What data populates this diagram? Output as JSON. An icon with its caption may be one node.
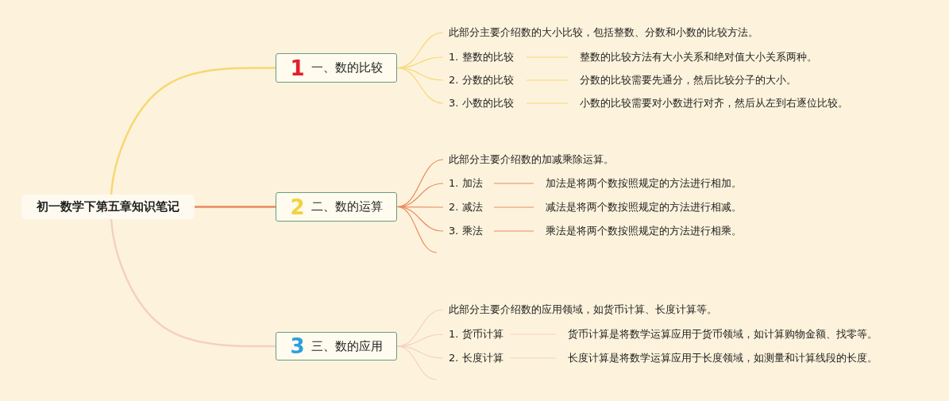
{
  "diagram": {
    "nodes": [
      {
        "text": [
          "初一数学下第五章知识笔记"
        ]
      },
      {
        "text": [
          "1",
          "一、数的比较"
        ]
      },
      {
        "text": [
          "此部分主要介绍数的大小比较，包括整数、分数和小数的比较方法。"
        ]
      },
      {
        "text": [
          "1. 整数的比较"
        ]
      },
      {
        "text": [
          "整数的比较方法有大小关系和绝对值大小关系两种。"
        ]
      },
      {
        "text": [
          "2. 分数的比较"
        ]
      },
      {
        "text": [
          "分数的比较需要先通分，然后比较分子的大小。"
        ]
      },
      {
        "text": [
          "3. 小数的比较"
        ]
      },
      {
        "text": [
          "小数的比较需要对小数进行对齐，然后从左到右逐位比较。"
        ]
      },
      {
        "text": [
          "2",
          "二、数的运算"
        ]
      },
      {
        "text": [
          "此部分主要介绍数的加减乘除运算。"
        ]
      },
      {
        "text": [
          "1. 加法"
        ]
      },
      {
        "text": [
          "加法是将两个数按照规定的方法进行相加。"
        ]
      },
      {
        "text": [
          "2. 减法"
        ]
      },
      {
        "text": [
          "减法是将两个数按照规定的方法进行相减。"
        ]
      },
      {
        "text": [
          "3. 乘法"
        ]
      },
      {
        "text": [
          "乘法是将两个数按照规定的方法进行相乘。"
        ]
      },
      {
        "text": [
          "3",
          "三、数的应用"
        ]
      },
      {
        "text": [
          "此部分主要介绍数的应用领域，如货币计算、长度计算等。"
        ]
      },
      {
        "text": [
          "1. 货币计算"
        ]
      },
      {
        "text": [
          "货币计算是将数学运算应用于货币领域，如计算购物金额、找零等。"
        ]
      },
      {
        "text": [
          "2. 长度计算"
        ]
      },
      {
        "text": [
          "长度计算是将数学运算应用于长度领域，如测量和计算线段的长度。"
        ]
      }
    ],
    "edges": [
      {
        "from": 0,
        "to": 1,
        "arrow": "none",
        "color": "#f7d774"
      },
      {
        "from": 0,
        "to": 9,
        "arrow": "none"
      },
      {
        "from": 0,
        "to": 17,
        "arrow": "none",
        "color": "#f5cfc6"
      },
      {
        "from": 1,
        "to": 2,
        "arrow": "none",
        "color": "#f7d774"
      },
      {
        "from": 1,
        "to": 3,
        "arrow": "none",
        "color": "#f7d774"
      },
      {
        "from": 1,
        "to": 5,
        "arrow": "none",
        "color": "#f7d774"
      },
      {
        "from": 1,
        "to": 7,
        "arrow": "none",
        "color": "#f7d774"
      },
      {
        "from": 3,
        "to": 4,
        "arrow": "none",
        "color": "#f7d774"
      },
      {
        "from": 5,
        "to": 6,
        "arrow": "none",
        "color": "#f7d774"
      },
      {
        "from": 7,
        "to": 8,
        "arrow": "none",
        "color": "#f7d774"
      },
      {
        "from": 9,
        "to": 10,
        "arrow": "none"
      },
      {
        "from": 9,
        "to": 11,
        "arrow": "none"
      },
      {
        "from": 9,
        "to": 13,
        "arrow": "none"
      },
      {
        "from": 9,
        "to": 15,
        "arrow": "none"
      },
      {
        "from": 9,
        "to": null,
        "arrow": "none"
      },
      {
        "from": 11,
        "to": 12,
        "arrow": "none"
      },
      {
        "from": 13,
        "to": 14,
        "arrow": "none"
      },
      {
        "from": 15,
        "to": 16,
        "arrow": "none"
      },
      {
        "from": 17,
        "to": 18,
        "arrow": "none",
        "color": "#f5cfc6"
      },
      {
        "from": 17,
        "to": 19,
        "arrow": "none",
        "color": "#f5cfc6"
      },
      {
        "from": 17,
        "to": 21,
        "arrow": "none",
        "color": "#f5cfc6"
      },
      {
        "from": 17,
        "to": null,
        "arrow": "none",
        "color": "#f5cfc6"
      },
      {
        "from": 19,
        "to": 20,
        "arrow": "none",
        "color": "#f5cfc6"
      },
      {
        "from": 21,
        "to": 22,
        "arrow": "none",
        "color": "#f5cfc6"
      }
    ]
  }
}
